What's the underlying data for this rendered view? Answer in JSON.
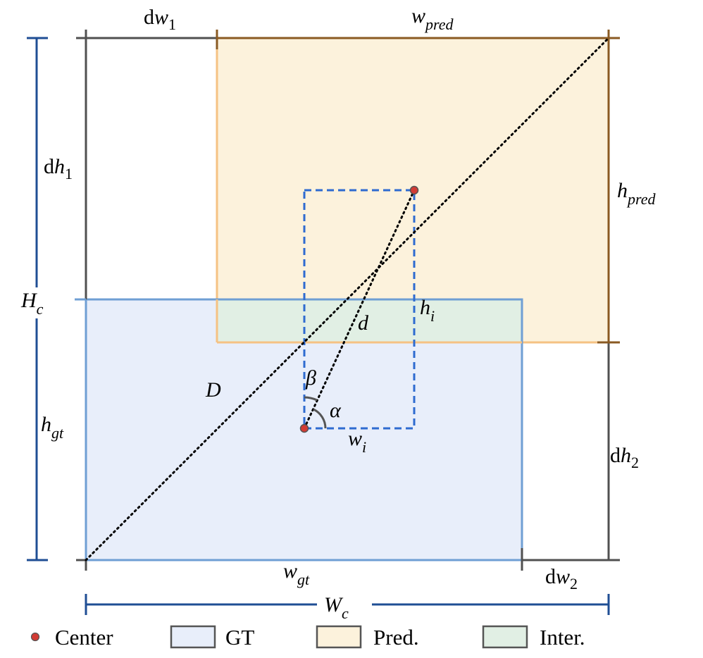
{
  "colors": {
    "gt_fill": "#e8eefa",
    "gt_stroke": "#6f9fd4",
    "pred_fill": "#fcf2dc",
    "pred_stroke": "#f5c283",
    "inter_fill": "#e1efe4",
    "pred_dim": "#8a5a22",
    "dim_gray": "#505050",
    "blue_dim": "#1f4e94",
    "dash_blue": "#2e6bd0",
    "center": "#d23b34"
  },
  "labels": {
    "dw": "d",
    "dw_var": "w",
    "dw1_sub": "1",
    "dw2_sub": "2",
    "dh": "d",
    "dh_var": "h",
    "dh1_sub": "1",
    "dh2_sub": "2",
    "w_var": "w",
    "h_var": "h",
    "pred_sub": "pred",
    "gt_sub": "gt",
    "i_sub": "i",
    "H": "H",
    "W": "W",
    "c_sub": "c",
    "D": "D",
    "d": "d",
    "alpha": "α",
    "beta": "β"
  },
  "legend": {
    "center": "Center",
    "gt": "GT",
    "pred": "Pred.",
    "inter": "Inter."
  }
}
